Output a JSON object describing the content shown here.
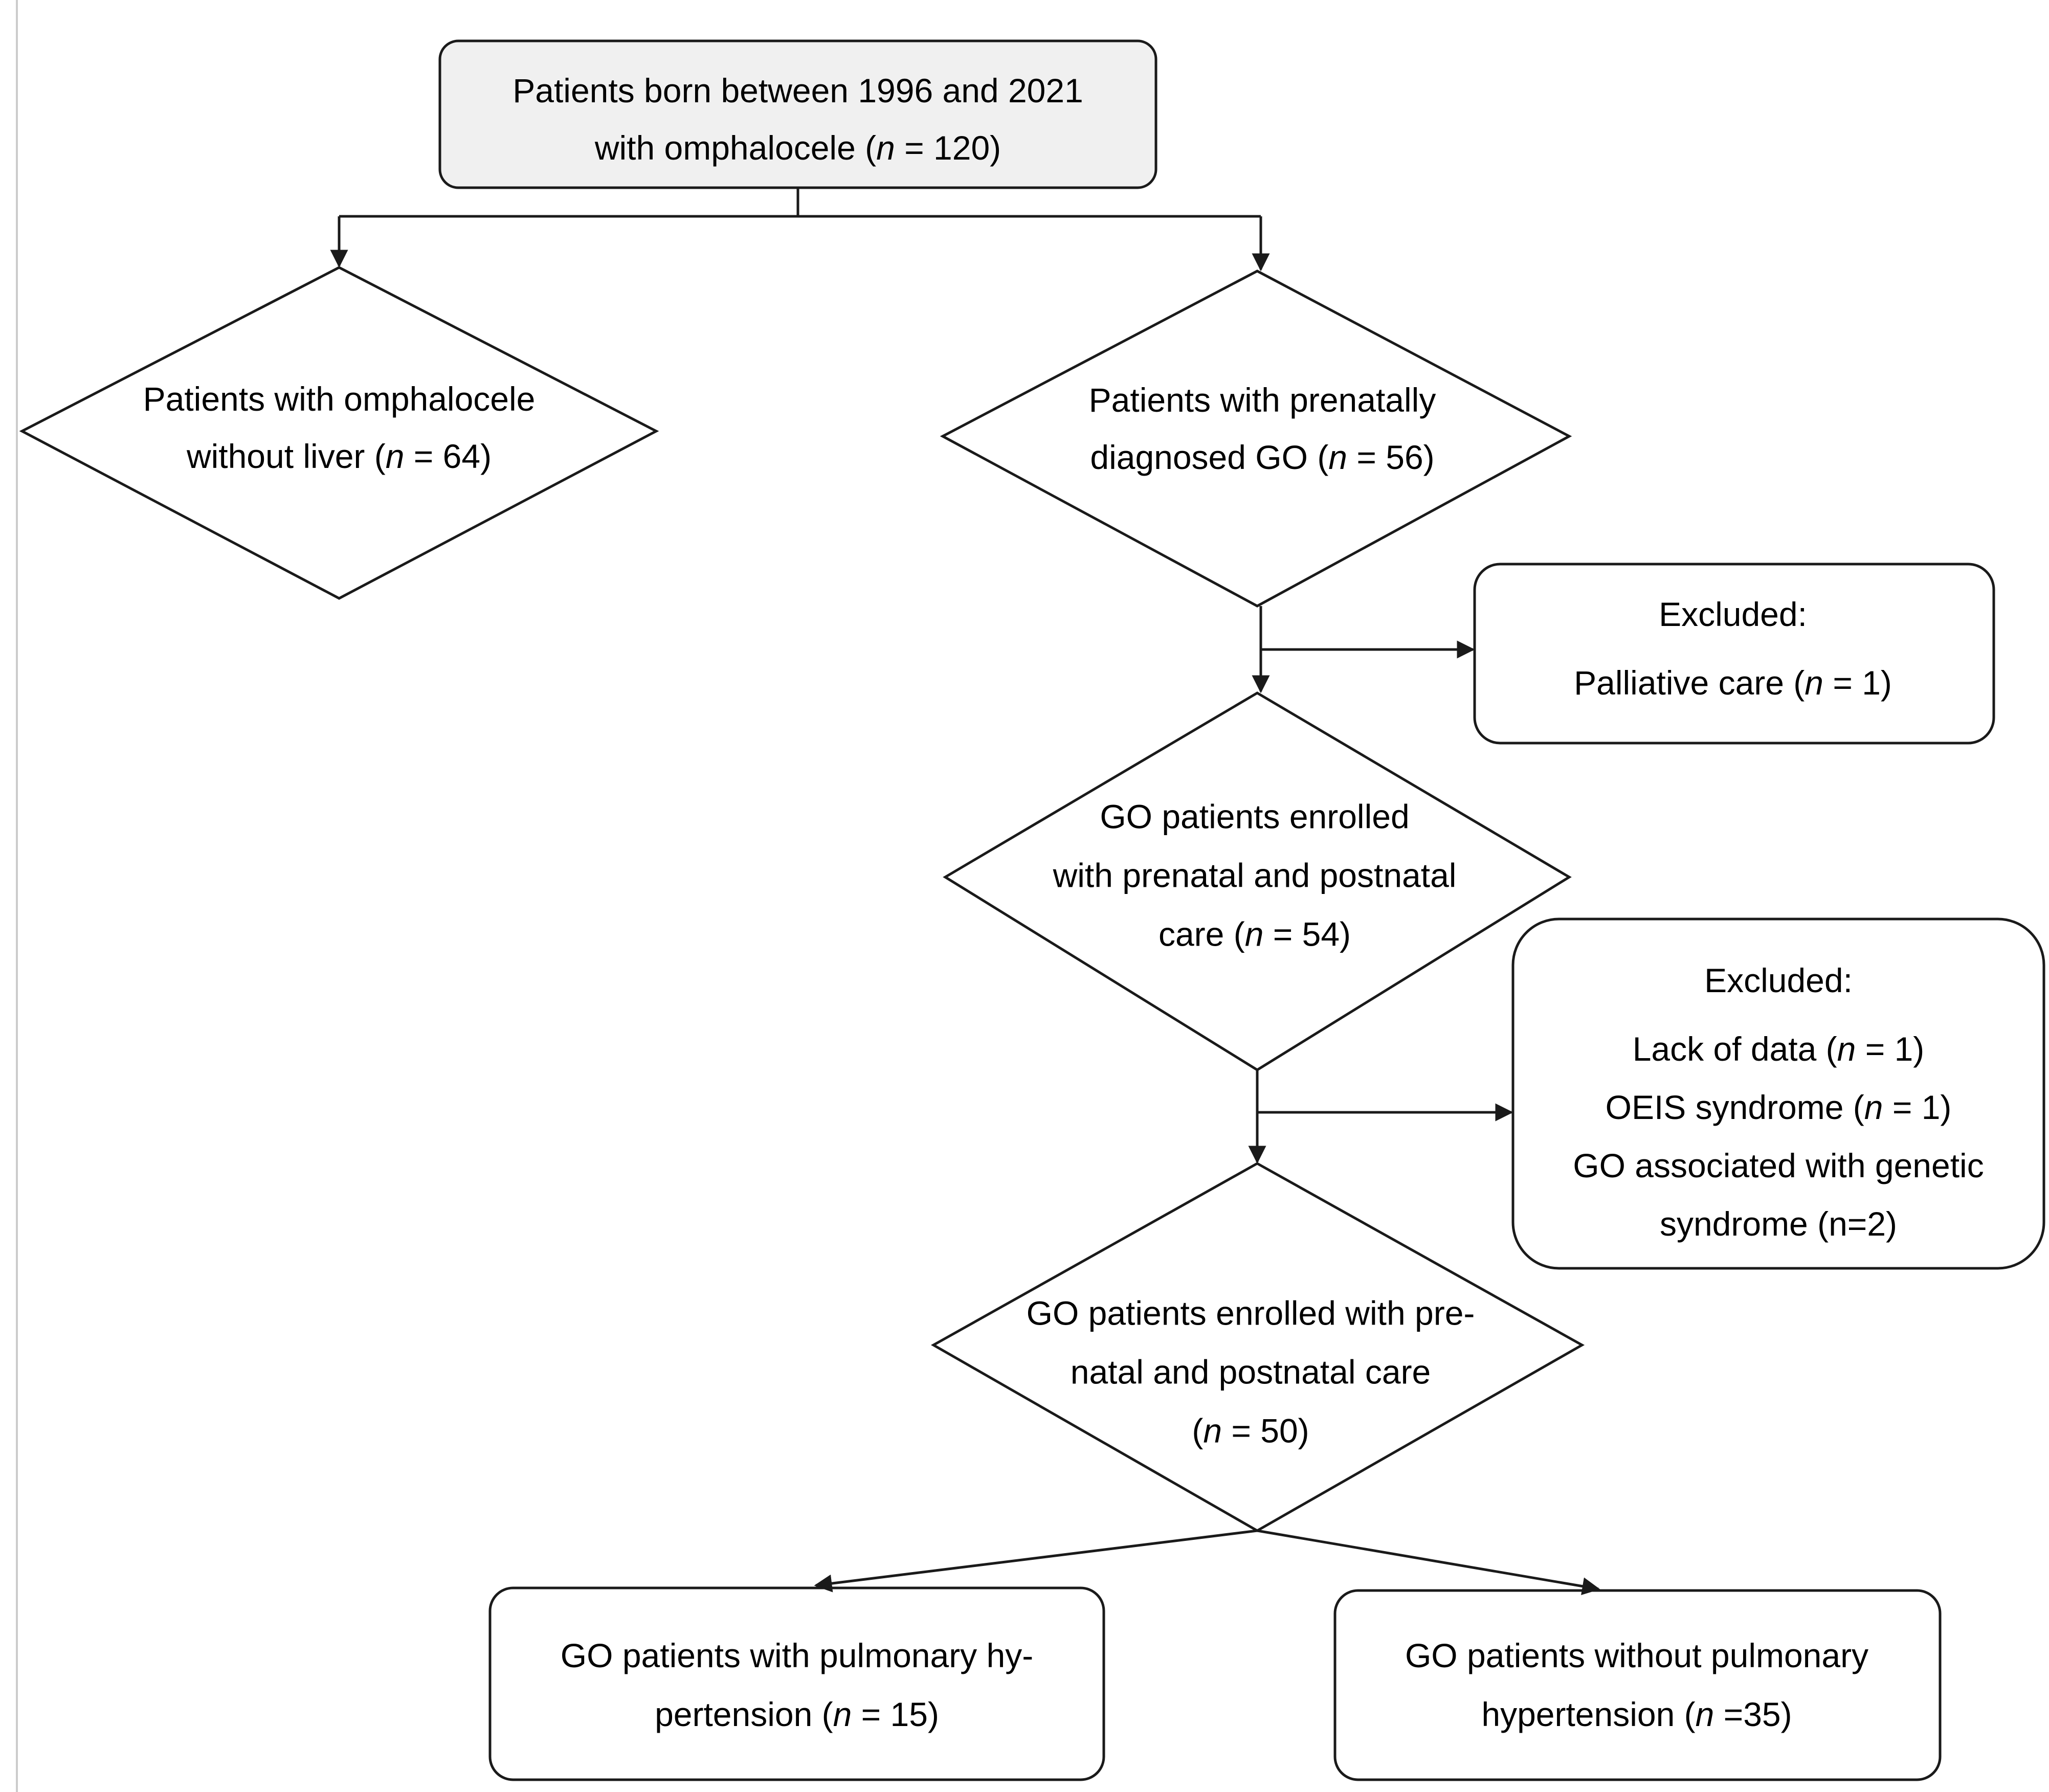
{
  "diagram": {
    "colors": {
      "line": "#1a1a1a",
      "top_box_fill": "#f0f0f0",
      "box_fill": "#ffffff",
      "left_rule": "#cccccc"
    },
    "nodes": {
      "start": {
        "line1": "Patients born between 1996 and 2021",
        "line2_pre": "with omphalocele (",
        "line2_n": "n",
        "line2_post": " = 120)"
      },
      "without_liver": {
        "line1": "Patients with omphalocele",
        "line2_pre": "without liver (",
        "line2_n": "n",
        "line2_post": " = 64)"
      },
      "prenatal_go": {
        "line1": "Patients with prenatally",
        "line2_pre": "diagnosed GO (",
        "line2_n": "n",
        "line2_post": " = 56)"
      },
      "excluded_1": {
        "title": "Excluded:",
        "line1_pre": "Palliative care (",
        "line1_n": "n",
        "line1_post": " = 1)"
      },
      "enrolled_54": {
        "line1": "GO patients enrolled",
        "line2": "with prenatal and postnatal",
        "line3_pre": "care (",
        "line3_n": "n",
        "line3_post": " = 54)"
      },
      "excluded_2": {
        "title": "Excluded:",
        "line1_pre": "Lack of data (",
        "line1_n": "n",
        "line1_post": " = 1)",
        "line2_pre": "OEIS syndrome (",
        "line2_n": "n",
        "line2_post": " = 1)",
        "line3": "GO associated with genetic",
        "line4": "syndrome (n=2)"
      },
      "enrolled_50": {
        "line1": "GO patients enrolled with pre-",
        "line2": "natal and postnatal care",
        "line3_pre": "(",
        "line3_n": "n",
        "line3_post": " = 50)"
      },
      "with_ph": {
        "line1": "GO patients with pulmonary hy-",
        "line2_pre": "pertension (",
        "line2_n": "n",
        "line2_post": " = 15)"
      },
      "without_ph": {
        "line1": "GO patients without pulmonary",
        "line2_pre": "hypertension (",
        "line2_n": "n",
        "line2_post": " =35)"
      }
    }
  }
}
